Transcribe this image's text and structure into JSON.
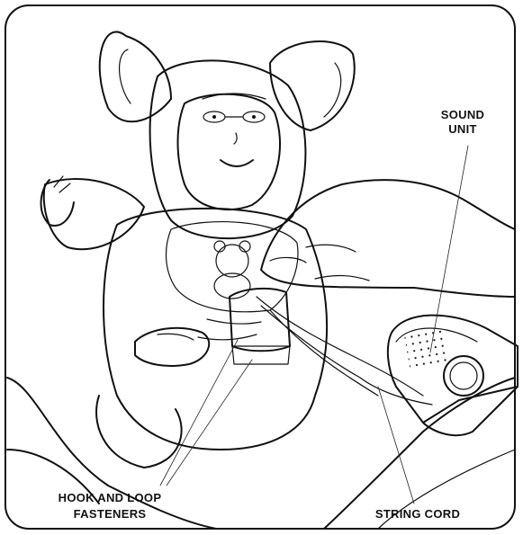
{
  "labels": {
    "sound_unit": {
      "line1": "SOUND",
      "line2": "UNIT"
    },
    "hook_and_loop": {
      "line1": "HOOK AND LOOP",
      "line2": "FASTENERS"
    },
    "string_cord": "STRING CORD"
  },
  "colors": {
    "ink": "#111111",
    "paper": "#ffffff"
  }
}
